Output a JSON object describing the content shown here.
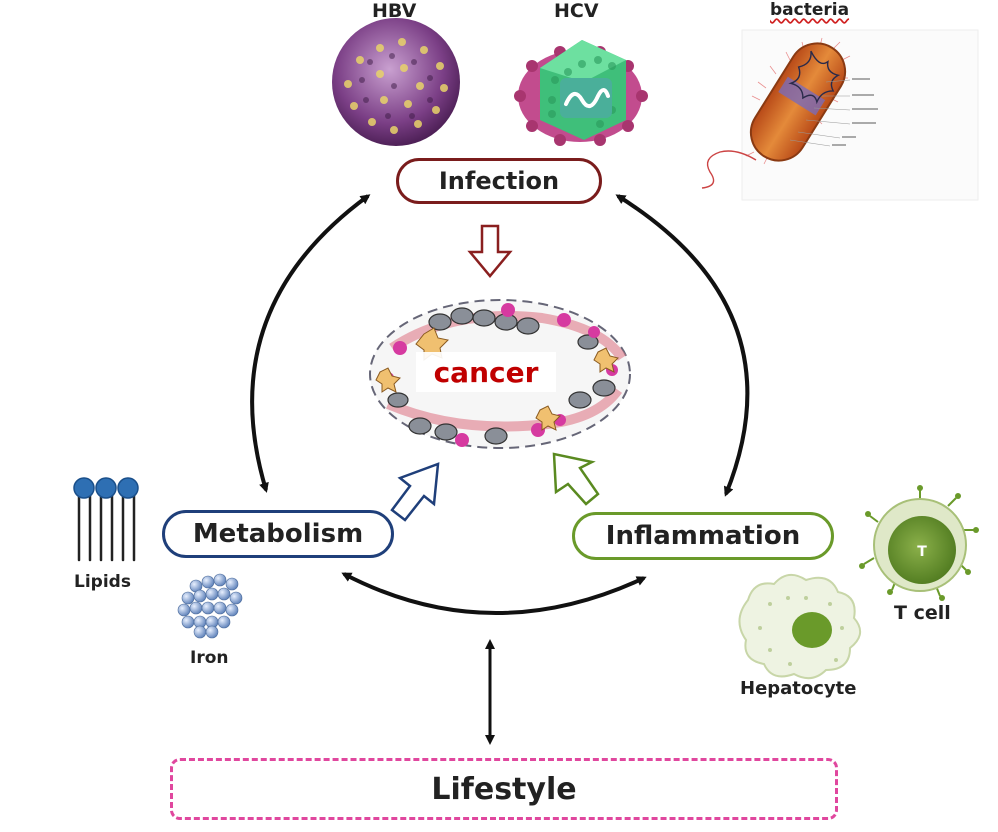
{
  "labels": {
    "hbv": "HBV",
    "hcv": "HCV",
    "bacteria": "bacteria",
    "lipids": "Lipids",
    "iron": "Iron",
    "t_cell": "T cell",
    "hepatocyte": "Hepatocyte",
    "cancer": "cancer"
  },
  "nodes": {
    "infection": "Infection",
    "metabolism": "Metabolism",
    "inflammation": "Inflammation",
    "lifestyle": "Lifestyle"
  },
  "icons": [
    "hbv-virus-icon",
    "hcv-virus-icon",
    "bacteria-icon",
    "lipids-icon",
    "iron-icon",
    "t-cell-icon",
    "hepatocyte-icon",
    "tumor-tissue-icon"
  ],
  "colors": {
    "infection_border": "#7a1c1c",
    "metabolism_border": "#1f3f7a",
    "inflammation_border": "#6a9a2a",
    "lifestyle_border": "#e0479e",
    "cancer_text": "#c00000",
    "arrow": "#111111"
  }
}
